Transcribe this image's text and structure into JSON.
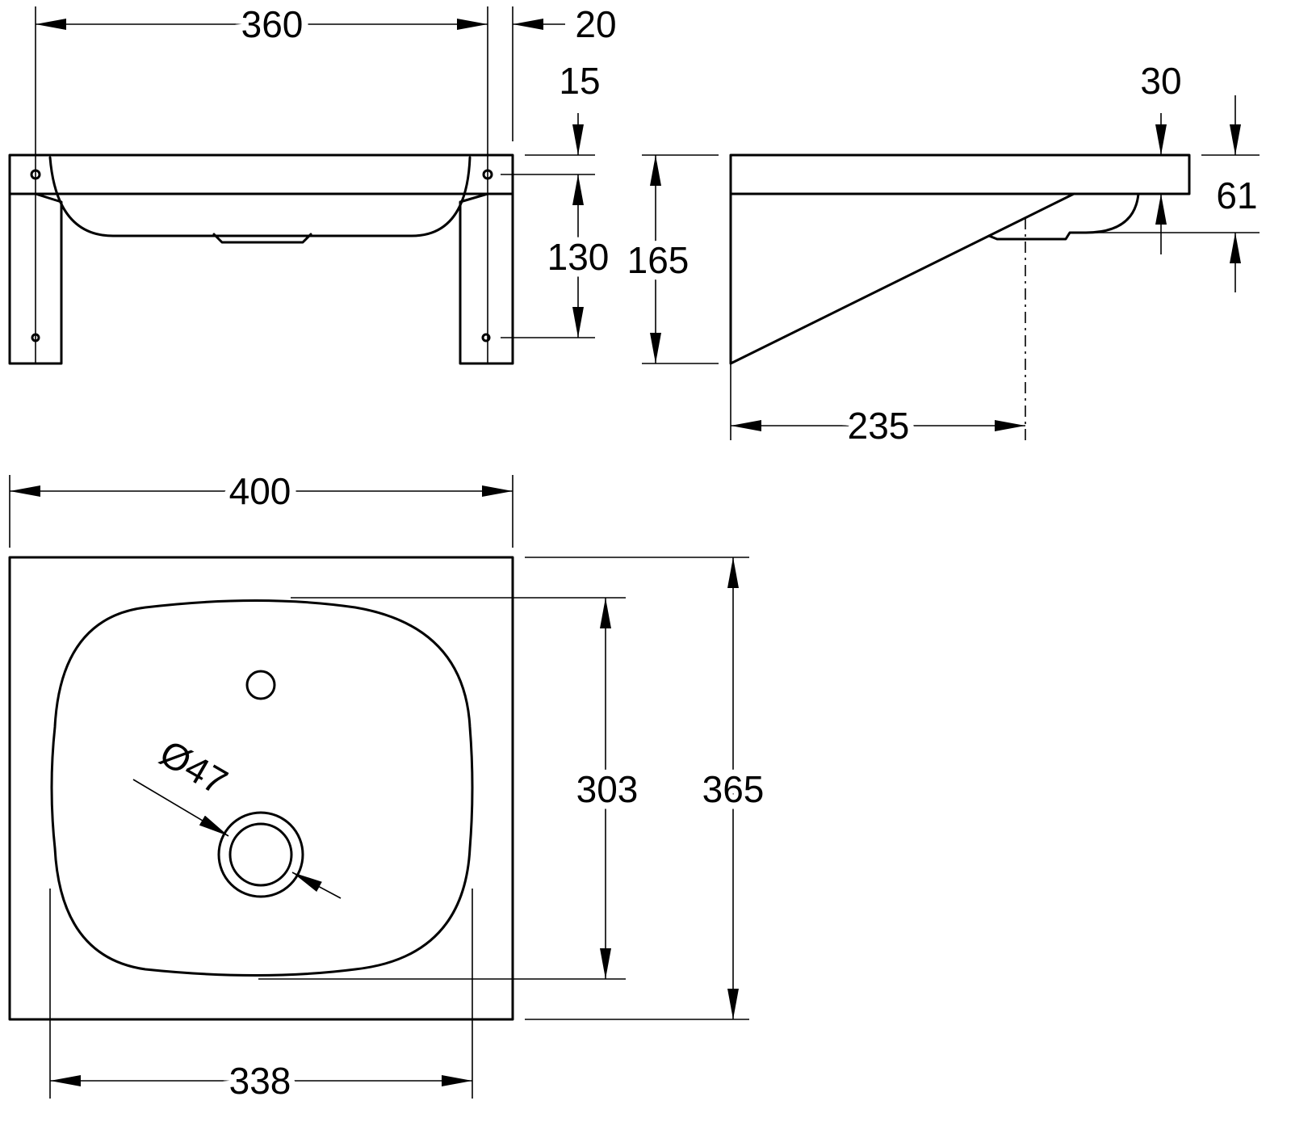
{
  "drawing": {
    "title": "Washbasin dimension drawing",
    "front_view": {
      "width_between_holes": "360",
      "side_offset": "20",
      "top_offset": "15",
      "hole_spacing": "130",
      "total_height": "165"
    },
    "side_view": {
      "rim_thickness": "30",
      "basin_depth": "61",
      "drain_projection": "235"
    },
    "top_view": {
      "overall_width": "400",
      "basin_depth_inner": "303",
      "overall_depth": "365",
      "basin_width_inner": "338",
      "drain_diameter": "Ø47"
    },
    "line_color": "#000000"
  }
}
